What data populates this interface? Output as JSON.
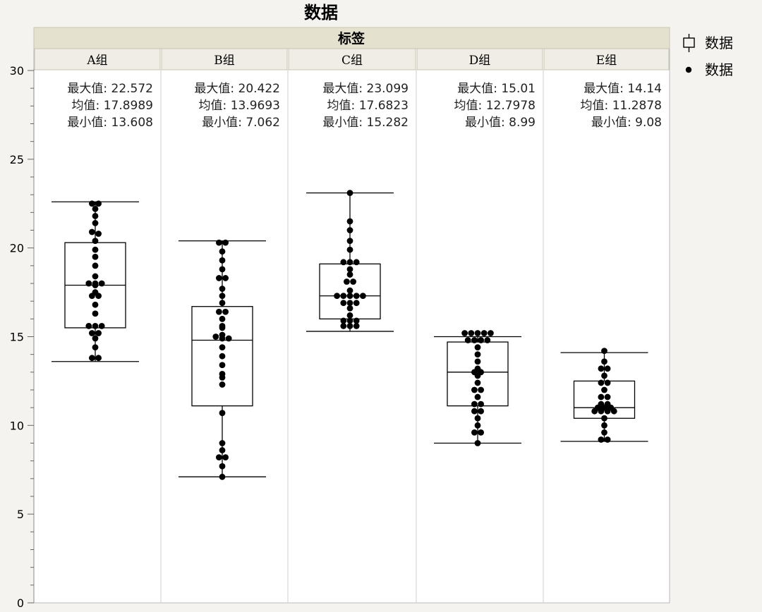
{
  "chart_data": {
    "type": "boxplot",
    "title": "数据",
    "panel_header": "标签",
    "ylim": [
      0,
      30
    ],
    "yticks": [
      0,
      5,
      10,
      15,
      20,
      25,
      30
    ],
    "grid": false,
    "legend_position": "right",
    "legend": [
      {
        "marker": "box",
        "label": "数据"
      },
      {
        "marker": "dot",
        "label": "数据"
      }
    ],
    "stat_labels": {
      "max": "最大值",
      "mean": "均值",
      "min": "最小值"
    },
    "groups": [
      {
        "name": "A组",
        "max": "22.572",
        "mean": "17.8989",
        "min": "13.608",
        "box": {
          "whisker_low": 13.6,
          "q1": 15.5,
          "median": 17.9,
          "q3": 20.3,
          "whisker_high": 22.6
        },
        "points": [
          22.5,
          22.5,
          22.2,
          21.8,
          21.4,
          20.9,
          20.8,
          20.4,
          19.9,
          19.5,
          19.0,
          18.4,
          18.0,
          18.0,
          18.0,
          17.9,
          17.5,
          17.3,
          17.3,
          16.8,
          16.3,
          15.6,
          15.6,
          15.6,
          15.2,
          15.2,
          14.9,
          14.4,
          13.8,
          13.8
        ]
      },
      {
        "name": "B组",
        "max": "20.422",
        "mean": "13.9693",
        "min": "7.062",
        "box": {
          "whisker_low": 7.1,
          "q1": 11.1,
          "median": 14.8,
          "q3": 16.7,
          "whisker_high": 20.4
        },
        "points": [
          20.3,
          20.3,
          19.8,
          19.3,
          18.8,
          18.3,
          18.3,
          17.7,
          17.3,
          16.9,
          16.4,
          16.4,
          16.0,
          15.6,
          15.5,
          15.1,
          15.0,
          14.9,
          14.9,
          14.4,
          13.9,
          13.4,
          12.9,
          12.7,
          12.3,
          10.7,
          9.0,
          8.6,
          8.2,
          8.2,
          7.7,
          7.1
        ]
      },
      {
        "name": "C组",
        "max": "23.099",
        "mean": "17.6823",
        "min": "15.282",
        "box": {
          "whisker_low": 15.3,
          "q1": 16.0,
          "median": 17.3,
          "q3": 19.1,
          "whisker_high": 23.1
        },
        "points": [
          23.1,
          21.5,
          21.0,
          20.4,
          19.9,
          19.2,
          19.2,
          19.2,
          18.8,
          18.5,
          18.1,
          18.1,
          17.6,
          17.3,
          17.3,
          17.3,
          17.3,
          17.3,
          16.9,
          16.9,
          16.9,
          16.6,
          16.2,
          15.9,
          15.9,
          15.9,
          15.6,
          15.6,
          15.6
        ]
      },
      {
        "name": "D组",
        "max": "15.01",
        "mean": "12.7978",
        "min": "8.99",
        "box": {
          "whisker_low": 9.0,
          "q1": 11.1,
          "median": 13.0,
          "q3": 14.7,
          "whisker_high": 15.0
        },
        "points": [
          15.2,
          15.2,
          15.2,
          15.2,
          15.2,
          14.8,
          14.8,
          14.8,
          14.8,
          14.4,
          14.0,
          13.6,
          13.2,
          13.0,
          13.0,
          12.8,
          12.4,
          12.0,
          12.0,
          11.6,
          11.2,
          11.2,
          10.8,
          10.8,
          10.4,
          10.0,
          9.6,
          9.6,
          9.0
        ]
      },
      {
        "name": "E组",
        "max": "14.14",
        "mean": "11.2878",
        "min": "9.08",
        "box": {
          "whisker_low": 9.1,
          "q1": 10.4,
          "median": 11.0,
          "q3": 12.5,
          "whisker_high": 14.1
        },
        "points": [
          14.2,
          13.6,
          13.2,
          13.2,
          12.8,
          12.4,
          12.4,
          12.0,
          11.6,
          11.6,
          11.2,
          11.2,
          11.0,
          11.0,
          11.0,
          10.8,
          10.8,
          10.8,
          10.8,
          10.4,
          10.0,
          9.6,
          9.2,
          9.2
        ]
      }
    ]
  }
}
